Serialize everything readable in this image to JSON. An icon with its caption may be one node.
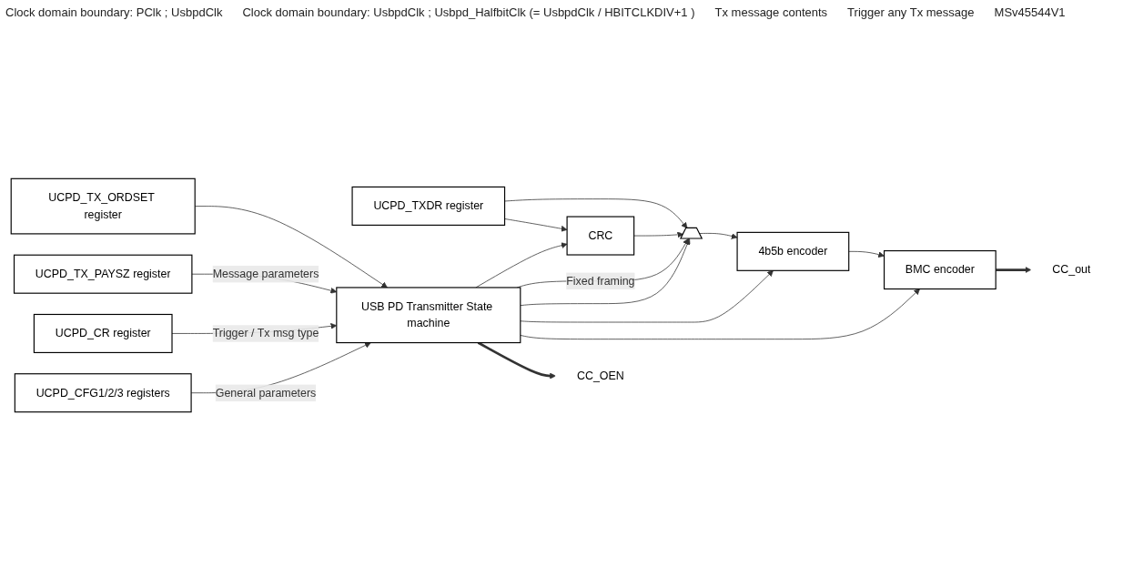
{
  "diagram": {
    "nodes": [
      {
        "text": [
          "UCPD_TXDR register"
        ]
      },
      {
        "text": [
          "UCPD_TX_ORDSET register"
        ]
      },
      {
        "text": [
          "UCPD_TX_PAYSZ register"
        ]
      },
      {
        "text": [
          "UCPD_CR register"
        ]
      },
      {
        "text": [
          "UCPD_CFG1/2/3 registers"
        ]
      },
      {
        "text": [
          "CRC"
        ]
      },
      {
        "text": [
          "USB PD Transmitter State machine"
        ]
      },
      {
        "text": [],
        "shape": "trapezoid"
      },
      {
        "text": [
          "4b5b encoder"
        ]
      },
      {
        "text": [
          "BMC encoder"
        ]
      },
      {
        "text": [
          "CC_out"
        ]
      },
      {
        "text": [
          "CC_OEN"
        ]
      }
    ],
    "edges": [
      {
        "from": 0,
        "to": 7,
        "arrow": "to"
      },
      {
        "from": 0,
        "to": 5,
        "arrow": "to"
      },
      {
        "from": 1,
        "to": 6,
        "arrow": "to"
      },
      {
        "from": 2,
        "to": 6,
        "arrow": "to",
        "label": "Message parameters"
      },
      {
        "from": 3,
        "to": 6,
        "arrow": "to",
        "label": "Trigger / Tx msg type"
      },
      {
        "from": 4,
        "to": 6,
        "arrow": "to",
        "label": "General parameters"
      },
      {
        "from": 6,
        "to": 5,
        "arrow": "to"
      },
      {
        "from": 5,
        "to": 7,
        "arrow": "to"
      },
      {
        "from": 6,
        "to": 7,
        "arrow": "to",
        "label": "Fixed framing"
      },
      {
        "from": 6,
        "to": 7,
        "arrow": "to"
      },
      {
        "from": 7,
        "to": 8,
        "arrow": "to"
      },
      {
        "from": 8,
        "to": 9,
        "arrow": "to"
      },
      {
        "from": 6,
        "to": 8,
        "arrow": "to"
      },
      {
        "from": 6,
        "to": 9,
        "arrow": "to"
      },
      {
        "from": 9,
        "to": 10,
        "arrow": "to",
        "style": "thick"
      },
      {
        "from": 6,
        "to": 11,
        "arrow": "to",
        "style": "thick"
      }
    ],
    "labels": [
      "Clock domain boundary: PClk ; UsbpdClk",
      "Clock domain boundary: UsbpdClk ; Usbpd_HalfbitClk (= UsbpdClk / HBITCLKDIV+1 )",
      "Tx message contents",
      "Trigger any Tx message",
      "MSv45544V1"
    ]
  }
}
